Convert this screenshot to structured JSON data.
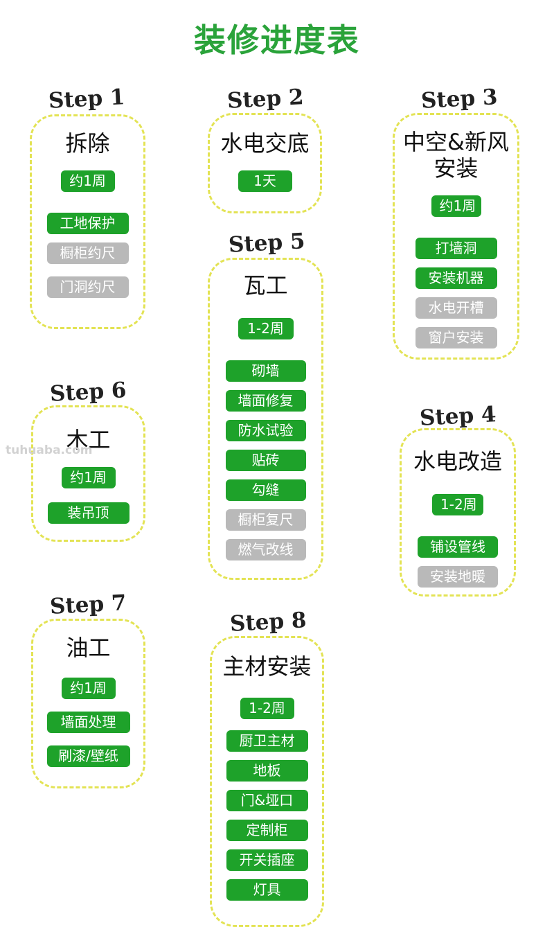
{
  "title": "装修进度表",
  "watermark": "tuhuaba.com",
  "colors": {
    "accent": "#2aa33a",
    "pill_green": "#1ea22a",
    "pill_gray": "#b9b9b9",
    "dash_border": "#e3e354"
  },
  "steps": [
    {
      "label": "Step 1",
      "title": "拆除",
      "duration": "约1周",
      "tasks": [
        {
          "text": "工地保护",
          "status": "done"
        },
        {
          "text": "橱柜约尺",
          "status": "pending"
        },
        {
          "text": "门洞约尺",
          "status": "pending"
        }
      ]
    },
    {
      "label": "Step 2",
      "title": "水电交底",
      "duration": "1天",
      "tasks": []
    },
    {
      "label": "Step 3",
      "title": "中空&新风安装",
      "duration": "约1周",
      "tasks": [
        {
          "text": "打墙洞",
          "status": "done"
        },
        {
          "text": "安装机器",
          "status": "done"
        },
        {
          "text": "水电开槽",
          "status": "pending"
        },
        {
          "text": "窗户安装",
          "status": "pending"
        }
      ]
    },
    {
      "label": "Step 4",
      "title": "水电改造",
      "duration": "1-2周",
      "tasks": [
        {
          "text": "铺设管线",
          "status": "done"
        },
        {
          "text": "安装地暖",
          "status": "pending"
        }
      ]
    },
    {
      "label": "Step 5",
      "title": "瓦工",
      "duration": "1-2周",
      "tasks": [
        {
          "text": "砌墙",
          "status": "done"
        },
        {
          "text": "墙面修复",
          "status": "done"
        },
        {
          "text": "防水试验",
          "status": "done"
        },
        {
          "text": "贴砖",
          "status": "done"
        },
        {
          "text": "勾缝",
          "status": "done"
        },
        {
          "text": "橱柜复尺",
          "status": "pending"
        },
        {
          "text": "燃气改线",
          "status": "pending"
        }
      ]
    },
    {
      "label": "Step 6",
      "title": "木工",
      "duration": "约1周",
      "tasks": [
        {
          "text": "装吊顶",
          "status": "done"
        }
      ]
    },
    {
      "label": "Step 7",
      "title": "油工",
      "duration": "约1周",
      "tasks": [
        {
          "text": "墙面处理",
          "status": "done"
        },
        {
          "text": "刷漆/壁纸",
          "status": "done"
        }
      ]
    },
    {
      "label": "Step 8",
      "title": "主材安装",
      "duration": "1-2周",
      "tasks": [
        {
          "text": "厨卫主材",
          "status": "done"
        },
        {
          "text": "地板",
          "status": "done"
        },
        {
          "text": "门&垭口",
          "status": "done"
        },
        {
          "text": "定制柜",
          "status": "done"
        },
        {
          "text": "开关插座",
          "status": "done"
        },
        {
          "text": "灯具",
          "status": "done"
        }
      ]
    }
  ]
}
